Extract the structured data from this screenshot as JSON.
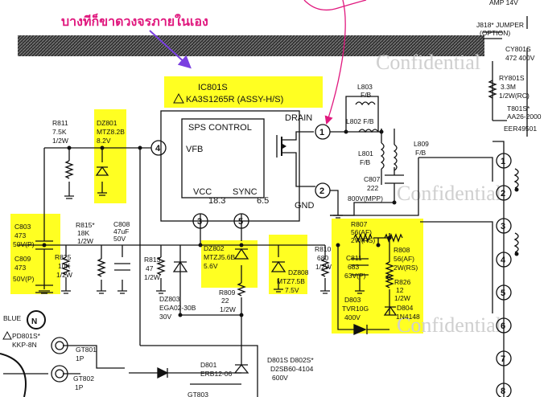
{
  "annotation": {
    "text": "บางทีก็ขาดวงจรภายในเอง",
    "color": "#e0187e"
  },
  "watermark": {
    "text": "Confidential"
  },
  "ic": {
    "ref": "IC801S",
    "part": "KA3S1265R (ASSY-H/S)",
    "name": "SPS CONTROL",
    "pin_vfb": "VFB",
    "pin_drain": "DRAIN",
    "pin_vcc": "VCC",
    "pin_sync": "SYNC",
    "pin_gnd": "GND",
    "v_vcc": "18.3",
    "v_sync": "6.5"
  },
  "pins": {
    "p1": "1",
    "p2": "2",
    "p3": "3",
    "p4": "4",
    "p5": "5"
  },
  "top_right": {
    "amp": "AMP 14V",
    "jumper": "J818* JUMPER",
    "option": "(OPTION)",
    "cy_ref": "CY801S",
    "cy_val": "472 400V",
    "ry_ref": "RY801S",
    "ry_v1": "3.3M",
    "ry_v2": "1/2W(RC)",
    "t_ref": "T801S*",
    "t_v1": "AA26-2000",
    "t_v2": "EER49501"
  },
  "components": {
    "r811": [
      "R811",
      "7.5K",
      "1/2W"
    ],
    "dz801": [
      "DZ801",
      "MTZ8.2B",
      "8.2V"
    ],
    "l803": [
      "L803",
      "F/B"
    ],
    "l802": "L802 F/B",
    "l801": [
      "L801",
      "F/B"
    ],
    "l809": [
      "L809",
      "F/B"
    ],
    "c807": [
      "C807",
      "222",
      "800V(MPP)"
    ],
    "c803": [
      "C803",
      "473",
      "50V(P)"
    ],
    "c809": [
      "C809",
      "473",
      "50V(P)"
    ],
    "r815": [
      "R815*",
      "18K",
      "1/2W"
    ],
    "c808": [
      "C808",
      "47uF",
      "50V"
    ],
    "r825": [
      "R825",
      "10K",
      "1/2W"
    ],
    "r813": [
      "R813",
      "47",
      "1/2W"
    ],
    "dz803": [
      "DZ803",
      "EGA02-30B",
      "30V"
    ],
    "dz802": [
      "DZ802",
      "MTZJ5.6B",
      "5.6V"
    ],
    "r809": [
      "R809",
      "22",
      "1/2W"
    ],
    "dz808": [
      "DZ808",
      "MTZ7.5B",
      "7.5V"
    ],
    "r810": [
      "R810",
      "680",
      "1/2W"
    ],
    "r807": [
      "R807",
      "56(AF)",
      "2W(RS)"
    ],
    "c811": [
      "C811",
      "683",
      "63V(P)"
    ],
    "r808": [
      "R808",
      "56(AF)",
      "2W(RS)"
    ],
    "r826": [
      "R826",
      "12",
      "1/2W"
    ],
    "d803": [
      "D803",
      "TVR10G",
      "400V"
    ],
    "d804": [
      "D804",
      "1N4148"
    ],
    "d801": [
      "D801",
      "ERB12-06"
    ],
    "d801s": [
      "D801S D802S*",
      "D2SB60-4104",
      "600V"
    ],
    "blue": "BLUE",
    "pd801s": [
      "PD801S*",
      "KKP-8N"
    ],
    "gt801": [
      "GT801",
      "1P"
    ],
    "gt802": [
      "GT802",
      "1P"
    ],
    "gt803": "GT803",
    "n_badge": "N",
    "t_pins": [
      "1",
      "2",
      "3",
      "4",
      "5",
      "6",
      "7",
      "8"
    ]
  },
  "colors": {
    "highlight": "#ffff22",
    "arrow": "#7a3fe0"
  }
}
